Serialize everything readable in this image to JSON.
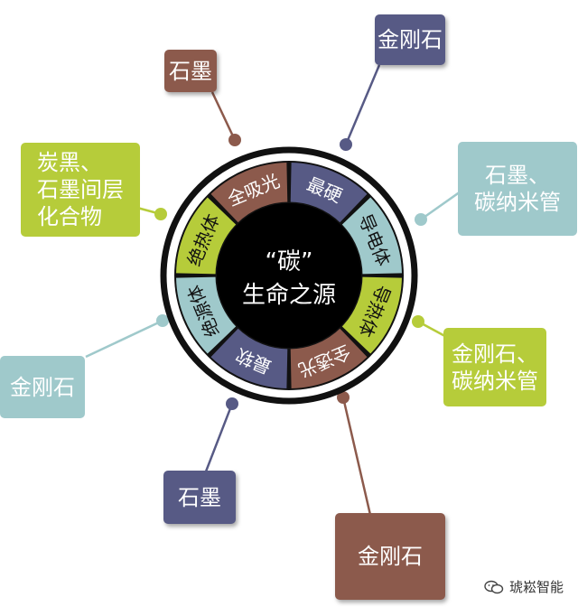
{
  "center": {
    "line1": "“碳”",
    "line2": "生命之源"
  },
  "ring_segments": [
    {
      "id": "zui-ying",
      "label": "最硬",
      "color": "#575a85",
      "text_color": "#ffffff"
    },
    {
      "id": "dao-dian",
      "label": "导电体",
      "color": "#9fc9cb",
      "text_color": "#111111"
    },
    {
      "id": "dao-re",
      "label": "导热体",
      "color": "#b6cc3a",
      "text_color": "#111111"
    },
    {
      "id": "quan-tou-guang",
      "label": "全透光",
      "color": "#8c5a4c",
      "text_color": "#ffffff"
    },
    {
      "id": "zui-ruan",
      "label": "最软",
      "color": "#575a85",
      "text_color": "#ffffff"
    },
    {
      "id": "jue-yuan",
      "label": "绝源体",
      "color": "#9fc9cb",
      "text_color": "#111111"
    },
    {
      "id": "jue-re",
      "label": "绝热体",
      "color": "#b6cc3a",
      "text_color": "#111111"
    },
    {
      "id": "quan-xi-guang",
      "label": "全吸光",
      "color": "#8c5a4c",
      "text_color": "#ffffff"
    }
  ],
  "callouts": [
    {
      "id": "zui-ying",
      "lines": [
        "金刚石"
      ],
      "color": "#575a85"
    },
    {
      "id": "dao-dian",
      "lines": [
        "石墨、",
        "碳纳米管"
      ],
      "color": "#9fc9cb"
    },
    {
      "id": "dao-re",
      "lines": [
        "金刚石、",
        "碳纳米管"
      ],
      "color": "#b6cc3a"
    },
    {
      "id": "quan-tou-guang",
      "lines": [
        "金刚石"
      ],
      "color": "#8c5a4c"
    },
    {
      "id": "zui-ruan",
      "lines": [
        "石墨"
      ],
      "color": "#575a85"
    },
    {
      "id": "jue-yuan",
      "lines": [
        "金刚石"
      ],
      "color": "#9fc9cb"
    },
    {
      "id": "jue-re",
      "lines": [
        "炭黑、",
        "石墨间层",
        "化合物"
      ],
      "color": "#b6cc3a"
    },
    {
      "id": "quan-xi-guang",
      "lines": [
        "石墨"
      ],
      "color": "#8c5a4c"
    }
  ],
  "watermark": {
    "text": "琥崧智能",
    "icon": "wechat-icon"
  }
}
